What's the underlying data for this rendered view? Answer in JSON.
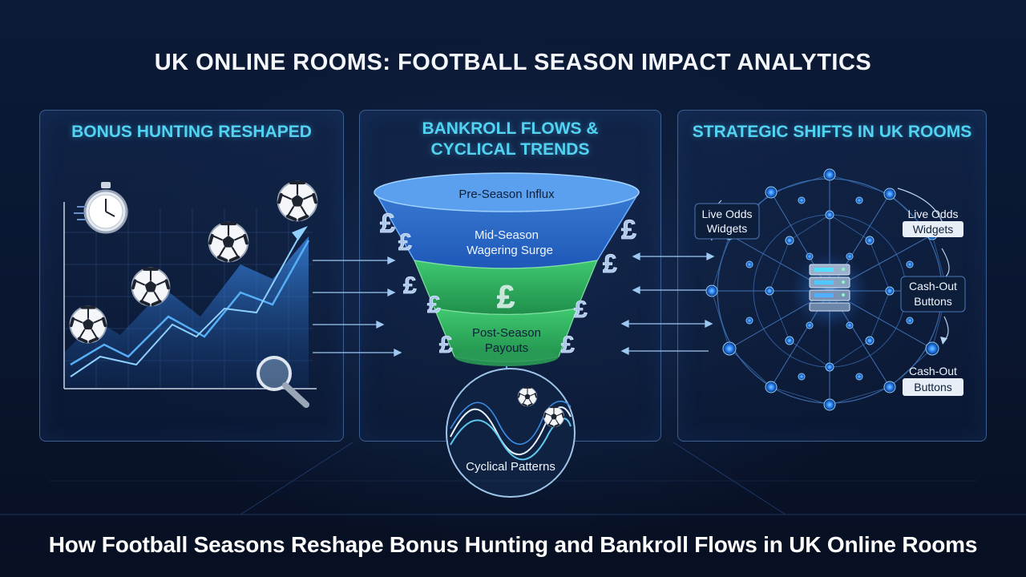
{
  "title": "UK ONLINE ROOMS: FOOTBALL SEASON IMPACT ANALYTICS",
  "panels": {
    "bonus": {
      "title": "BONUS HUNTING RESHAPED"
    },
    "bankroll": {
      "title_line1": "BANKROLL FLOWS &",
      "title_line2": "CYCLICAL TRENDS",
      "funnel": {
        "top": "Pre-Season Influx",
        "mid_line1": "Mid-Season",
        "mid_line2": "Wagering Surge",
        "bottom_line1": "Post-Season",
        "bottom_line2": "Payouts"
      },
      "currency_symbol": "£",
      "cycle_label": "Cyclical Patterns"
    },
    "strategic": {
      "title": "STRATEGIC SHIFTS IN UK ROOMS",
      "labels": {
        "live_odds_left_1": "Live Odds",
        "live_odds_left_2": "Widgets",
        "live_odds_right_1": "Live Odds",
        "live_odds_right_2": "Widgets",
        "cash_out_1_line1": "Cash-Out",
        "cash_out_1_line2": "Buttons",
        "cash_out_2_line1": "Cash-Out",
        "cash_out_2_line2": "Buttons"
      }
    }
  },
  "icons": {
    "stopwatch": "stopwatch-icon",
    "magnifier": "magnifier-icon",
    "football": "football-icon",
    "server": "server-icon",
    "pound": "pound-sign-icon"
  },
  "colors": {
    "accent_cyan": "#52d3f2",
    "funnel_top": "#3f8fe0",
    "funnel_mid": "#43c06a",
    "line_blue": "#3d9af5",
    "node_glow": "#2a86ff"
  },
  "footer": "How Football Seasons Reshape Bonus Hunting and Bankroll Flows in UK Online Rooms"
}
